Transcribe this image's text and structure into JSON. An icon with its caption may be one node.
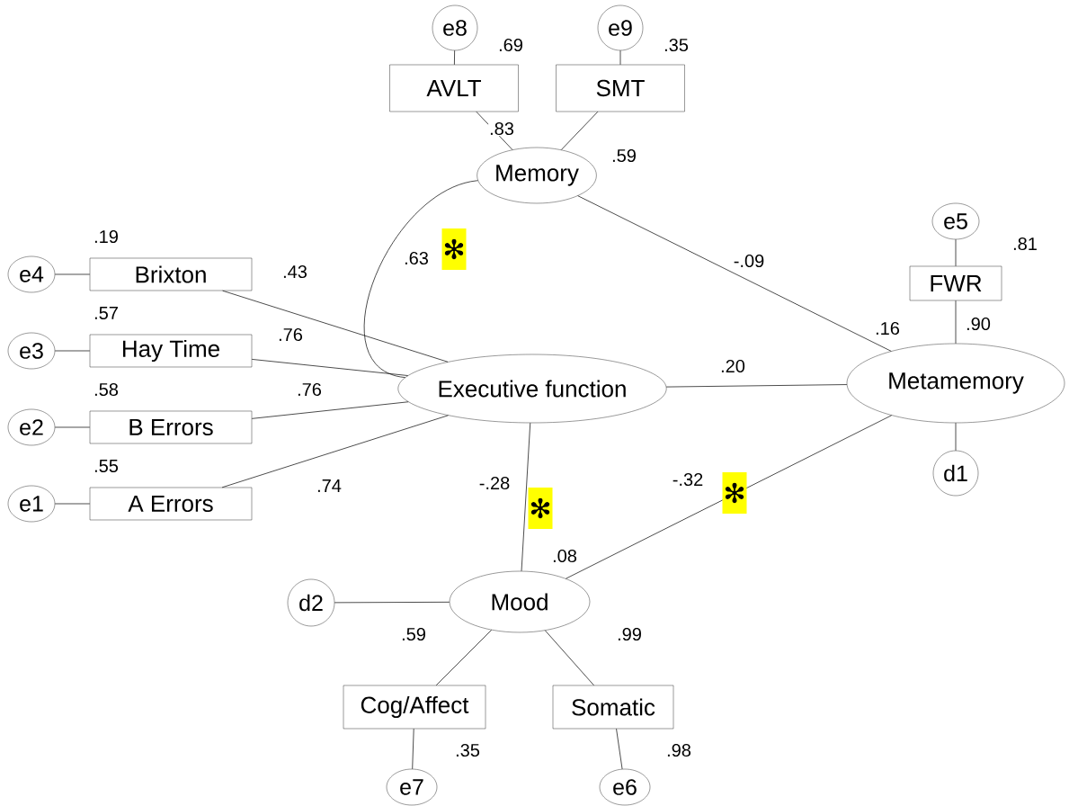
{
  "diagram": {
    "nodes": [
      {
        "text": [
          "Memory"
        ]
      },
      {
        "text": [
          "AVLT"
        ],
        "beside": [
          ".69"
        ]
      },
      {
        "text": [
          "SMT"
        ],
        "beside": [
          ".35"
        ]
      },
      {
        "text": [
          "e8"
        ]
      },
      {
        "text": [
          "e9"
        ]
      },
      {
        "text": [
          "Brixton"
        ],
        "beside": [
          ".19"
        ]
      },
      {
        "text": [
          "Hay Time"
        ],
        "beside": [
          ".57"
        ]
      },
      {
        "text": [
          "B Errors"
        ],
        "beside": [
          ".58"
        ]
      },
      {
        "text": [
          "A Errors"
        ],
        "beside": [
          ".55"
        ]
      },
      {
        "text": [
          "e4"
        ]
      },
      {
        "text": [
          "e3"
        ]
      },
      {
        "text": [
          "e2"
        ]
      },
      {
        "text": [
          "e1"
        ]
      },
      {
        "text": [
          "Executive function"
        ]
      },
      {
        "text": [
          "Metamemory"
        ],
        "beside": [
          ".16"
        ]
      },
      {
        "text": [
          "FWR"
        ],
        "beside": [
          ".81"
        ]
      },
      {
        "text": [
          "e5"
        ]
      },
      {
        "text": [
          "d1"
        ]
      },
      {
        "text": [
          "Mood"
        ],
        "beside": [
          ".08"
        ]
      },
      {
        "text": [
          "d2"
        ]
      },
      {
        "text": [
          "Cog/Affect"
        ],
        "beside": [
          ".35"
        ]
      },
      {
        "text": [
          "Somatic"
        ],
        "beside": [
          ".98"
        ]
      },
      {
        "text": [
          "e7"
        ]
      },
      {
        "text": [
          "e6"
        ]
      }
    ],
    "edges": [
      {
        "from": 3,
        "to": 1,
        "arrow": "none"
      },
      {
        "from": 4,
        "to": 2,
        "arrow": "none"
      },
      {
        "from": 0,
        "to": 1,
        "arrow": "none",
        "label": ".83"
      },
      {
        "from": 0,
        "to": 2,
        "arrow": "none",
        "label": ".59"
      },
      {
        "from": 0,
        "to": 13,
        "arrow": "none",
        "label": ".63"
      },
      {
        "from": 0,
        "to": 14,
        "arrow": "none",
        "label": "-.09"
      },
      {
        "from": 9,
        "to": 5,
        "arrow": "none"
      },
      {
        "from": 10,
        "to": 6,
        "arrow": "none"
      },
      {
        "from": 11,
        "to": 7,
        "arrow": "none"
      },
      {
        "from": 12,
        "to": 8,
        "arrow": "none"
      },
      {
        "from": 13,
        "to": 5,
        "arrow": "none",
        "label": ".43"
      },
      {
        "from": 13,
        "to": 6,
        "arrow": "none",
        "label": ".76"
      },
      {
        "from": 13,
        "to": 7,
        "arrow": "none",
        "label": ".76"
      },
      {
        "from": 13,
        "to": 8,
        "arrow": "none",
        "label": ".74"
      },
      {
        "from": 13,
        "to": 14,
        "arrow": "none",
        "label": ".20"
      },
      {
        "from": 13,
        "to": 18,
        "arrow": "none",
        "label": "-.28"
      },
      {
        "from": 18,
        "to": 14,
        "arrow": "none",
        "label": "-.32"
      },
      {
        "from": 16,
        "to": 15,
        "arrow": "none"
      },
      {
        "from": 14,
        "to": 15,
        "arrow": "none",
        "label": ".90"
      },
      {
        "from": 17,
        "to": 14,
        "arrow": "none"
      },
      {
        "from": 19,
        "to": 18,
        "arrow": "none"
      },
      {
        "from": 18,
        "to": 20,
        "arrow": "none",
        "label": ".59"
      },
      {
        "from": 18,
        "to": 21,
        "arrow": "none",
        "label": ".99"
      },
      {
        "from": 22,
        "to": 20,
        "arrow": "none"
      },
      {
        "from": 23,
        "to": 21,
        "arrow": "none"
      }
    ],
    "labels": [
      "✻",
      "✻",
      "✻"
    ]
  }
}
